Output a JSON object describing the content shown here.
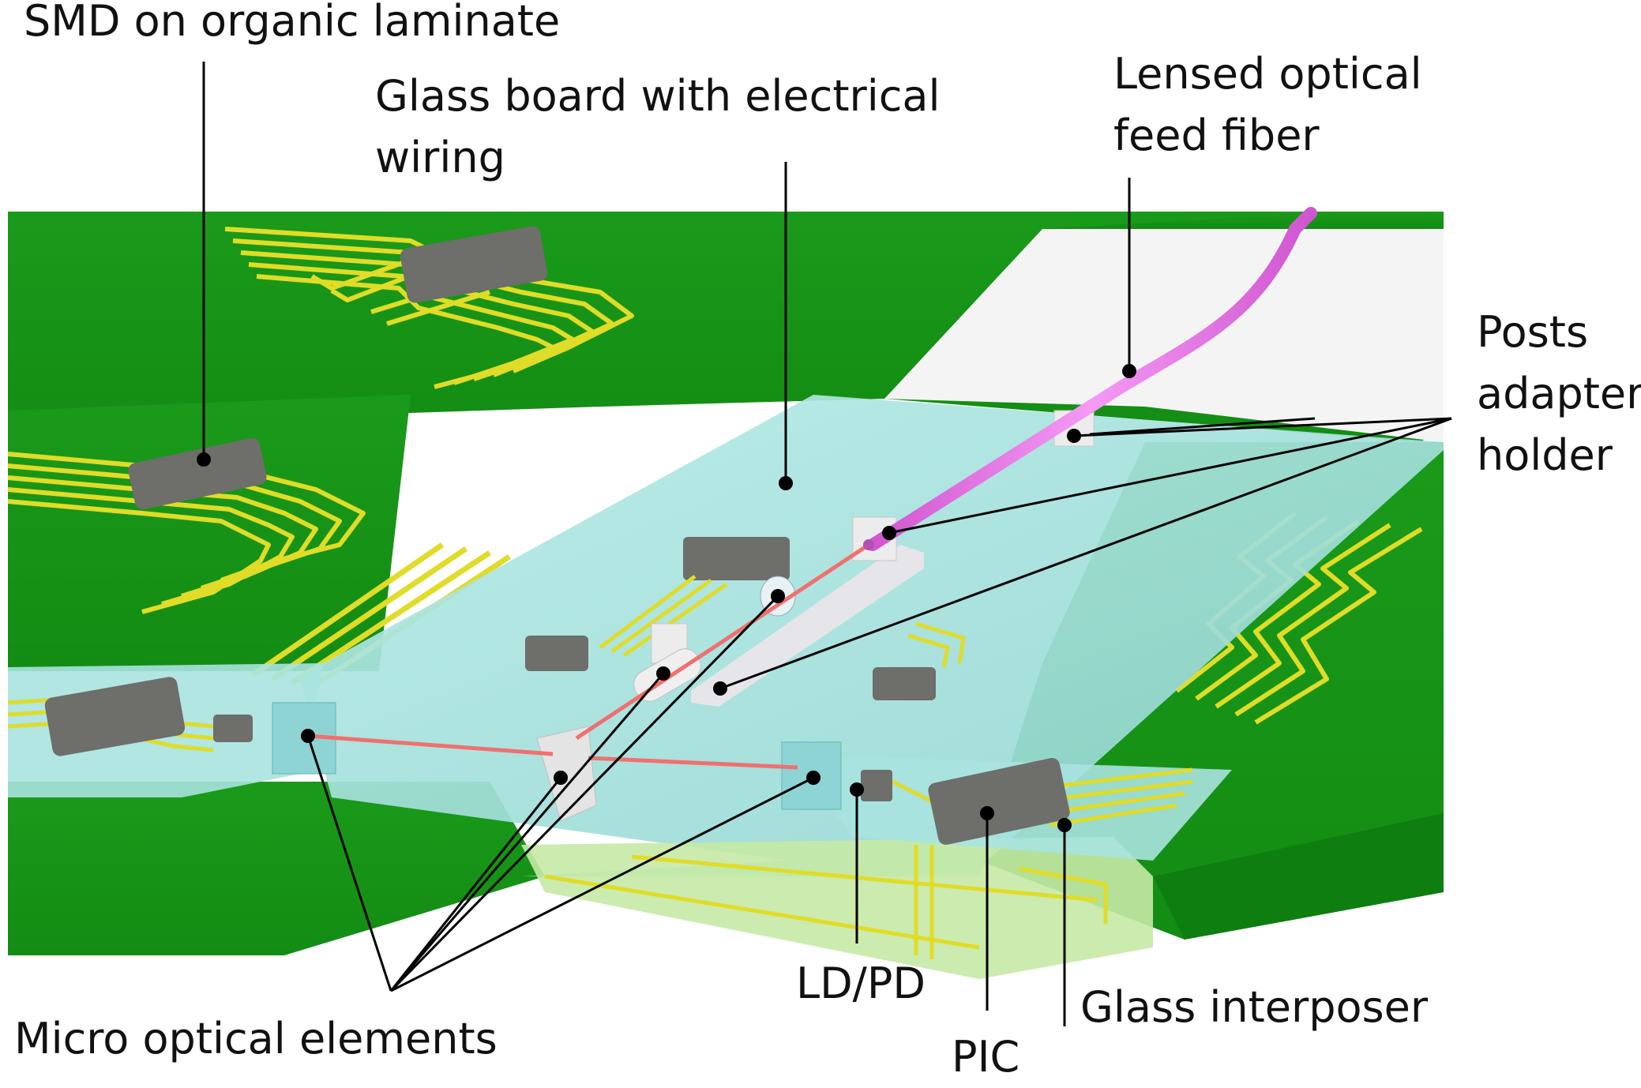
{
  "labels": {
    "smd": "SMD on organic laminate",
    "glass_board": [
      "Glass board with electrical",
      "wiring"
    ],
    "fiber": [
      "Lensed optical",
      "feed fiber"
    ],
    "posts": [
      "Posts",
      "adapter",
      "holder"
    ],
    "micro_optics": "Micro optical elements",
    "ldpd": "LD/PD",
    "pic": "PIC",
    "interposer": "Glass interposer"
  },
  "colors": {
    "laminate_green": "#1e9a1e",
    "copper_trace": "#e8e020",
    "glass": "#a9e3df",
    "smd_gray": "#7a7a76",
    "fiber_pink": "#e070e0",
    "laser_red": "#f06060",
    "leader_line": "#000000"
  }
}
